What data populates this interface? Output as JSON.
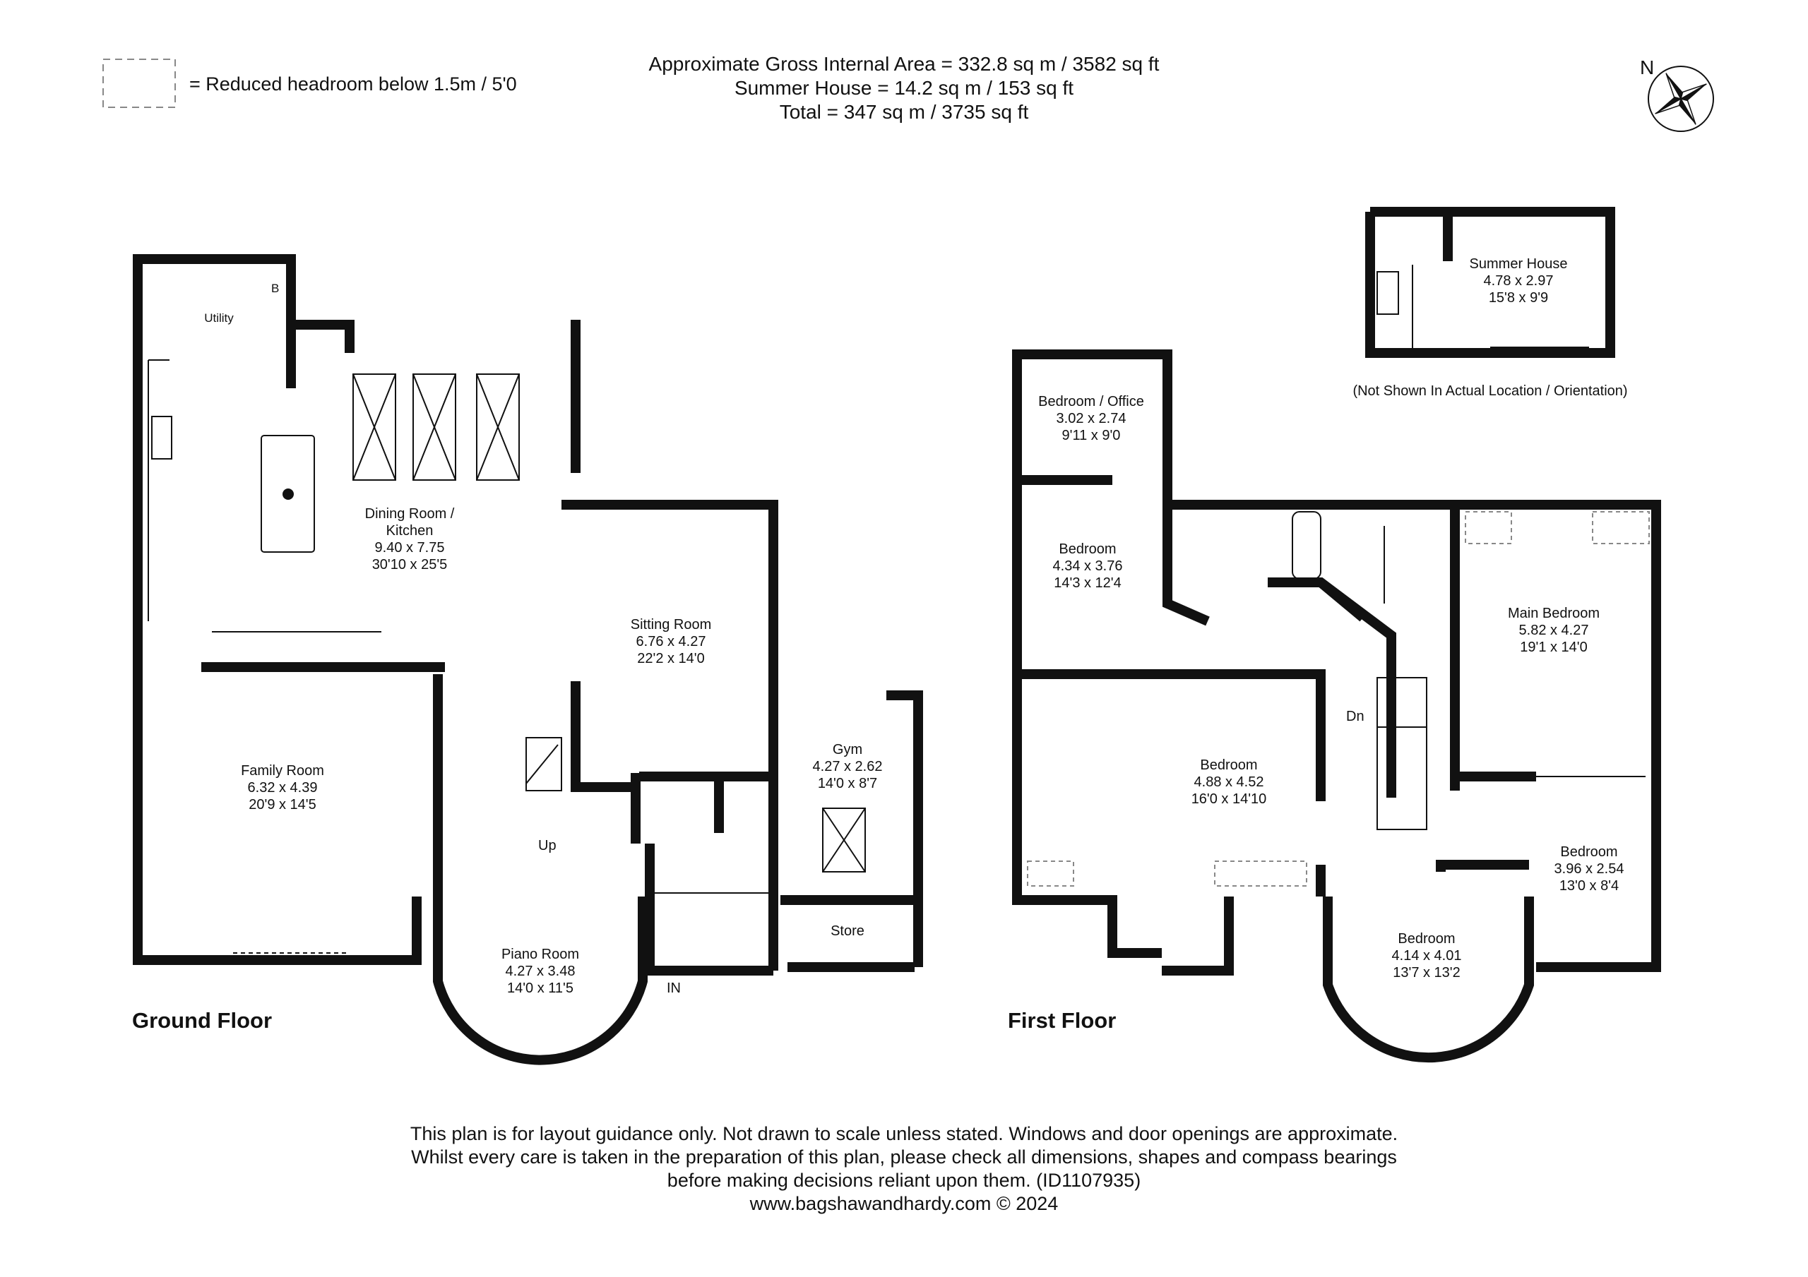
{
  "legend": {
    "label": "= Reduced headroom below 1.5m / 5'0"
  },
  "header": {
    "lines": [
      "Approximate Gross Internal Area = 332.8 sq m / 3582 sq ft",
      "Summer House = 14.2 sq m / 153 sq ft",
      "Total = 347 sq m / 3735 sq ft"
    ]
  },
  "compass": {
    "label": "N",
    "icon": "compass-rose-icon"
  },
  "ground_floor": {
    "title": "Ground Floor",
    "rooms": [
      {
        "id": "utility",
        "name": "Utility"
      },
      {
        "id": "dining",
        "name": "Dining Room / Kitchen",
        "name_lines": [
          "Dining Room /",
          "Kitchen"
        ],
        "metric": "9.40 x 7.75",
        "imperial": "30'10 x 25'5"
      },
      {
        "id": "sitting",
        "name": "Sitting Room",
        "metric": "6.76 x 4.27",
        "imperial": "22'2 x 14'0"
      },
      {
        "id": "family",
        "name": "Family Room",
        "metric": "6.32 x 4.39",
        "imperial": "20'9 x 14'5"
      },
      {
        "id": "gym",
        "name": "Gym",
        "metric": "4.27 x 2.62",
        "imperial": "14'0 x 8'7"
      },
      {
        "id": "store",
        "name": "Store"
      },
      {
        "id": "piano",
        "name": "Piano Room",
        "metric": "4.27 x 3.48",
        "imperial": "14'0 x 11'5"
      }
    ],
    "labels": {
      "up": "Up",
      "in": "IN",
      "boiler": "B"
    }
  },
  "first_floor": {
    "title": "First Floor",
    "rooms": [
      {
        "id": "office",
        "name": "Bedroom / Office",
        "metric": "3.02 x 2.74",
        "imperial": "9'11 x 9'0"
      },
      {
        "id": "bed1",
        "name": "Bedroom",
        "metric": "4.34 x 3.76",
        "imperial": "14'3 x 12'4"
      },
      {
        "id": "bed2",
        "name": "Bedroom",
        "metric": "4.88 x 4.52",
        "imperial": "16'0 x 14'10"
      },
      {
        "id": "main",
        "name": "Main Bedroom",
        "metric": "5.82 x 4.27",
        "imperial": "19'1 x 14'0"
      },
      {
        "id": "bed3",
        "name": "Bedroom",
        "metric": "3.96 x 2.54",
        "imperial": "13'0 x 8'4"
      },
      {
        "id": "bed4",
        "name": "Bedroom",
        "metric": "4.14 x 4.01",
        "imperial": "13'7 x 13'2"
      }
    ],
    "labels": {
      "down": "Dn"
    }
  },
  "summer_house": {
    "name": "Summer House",
    "metric": "4.78 x 2.97",
    "imperial": "15'8 x 9'9",
    "note": "(Not Shown In Actual Location / Orientation)"
  },
  "footer": {
    "lines": [
      "This plan is for layout guidance only. Not drawn to scale unless stated. Windows and door openings are approximate.",
      "Whilst every care is taken in the preparation of this plan, please check all dimensions, shapes and compass bearings",
      "before making decisions reliant upon them. (ID1107935)"
    ],
    "website": "www.bagshawandhardy.com",
    "copyright": "© 2024"
  }
}
